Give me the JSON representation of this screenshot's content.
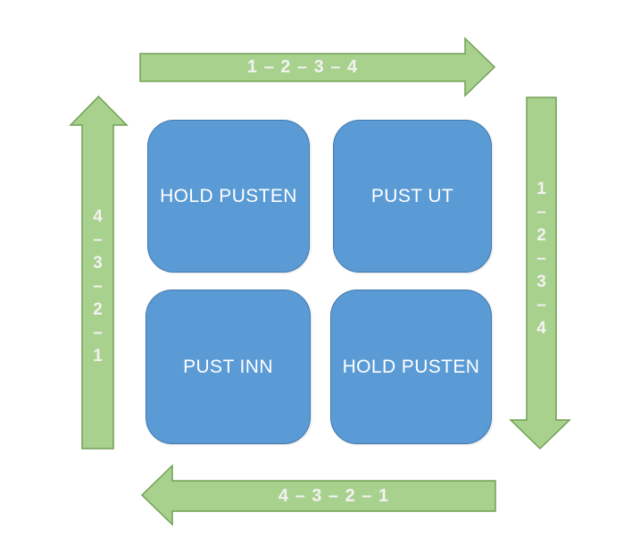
{
  "colors": {
    "background": "#ffffff",
    "arrow_fill": "#A9D18E",
    "arrow_border": "#70A054",
    "box_fill": "#5B9BD5",
    "box_border": "#4178AE",
    "box_text": "#ffffff",
    "arrow_text": "#F2F2F2"
  },
  "boxes": {
    "top_left": {
      "label": "HOLD PUSTEN"
    },
    "top_right": {
      "label": "PUST UT"
    },
    "bottom_left": {
      "label": "PUST INN"
    },
    "bottom_right": {
      "label": "HOLD PUSTEN"
    }
  },
  "arrows": {
    "top": {
      "direction": "right",
      "label": "1 – 2 – 3 – 4"
    },
    "right": {
      "direction": "down",
      "chars": [
        "1",
        "–",
        "2",
        "–",
        "3",
        "–",
        "4"
      ]
    },
    "bottom": {
      "direction": "left",
      "label": "4 – 3 – 2 – 1"
    },
    "left": {
      "direction": "up",
      "chars": [
        "4",
        "–",
        "3",
        "–",
        "2",
        "–",
        "1"
      ]
    }
  }
}
